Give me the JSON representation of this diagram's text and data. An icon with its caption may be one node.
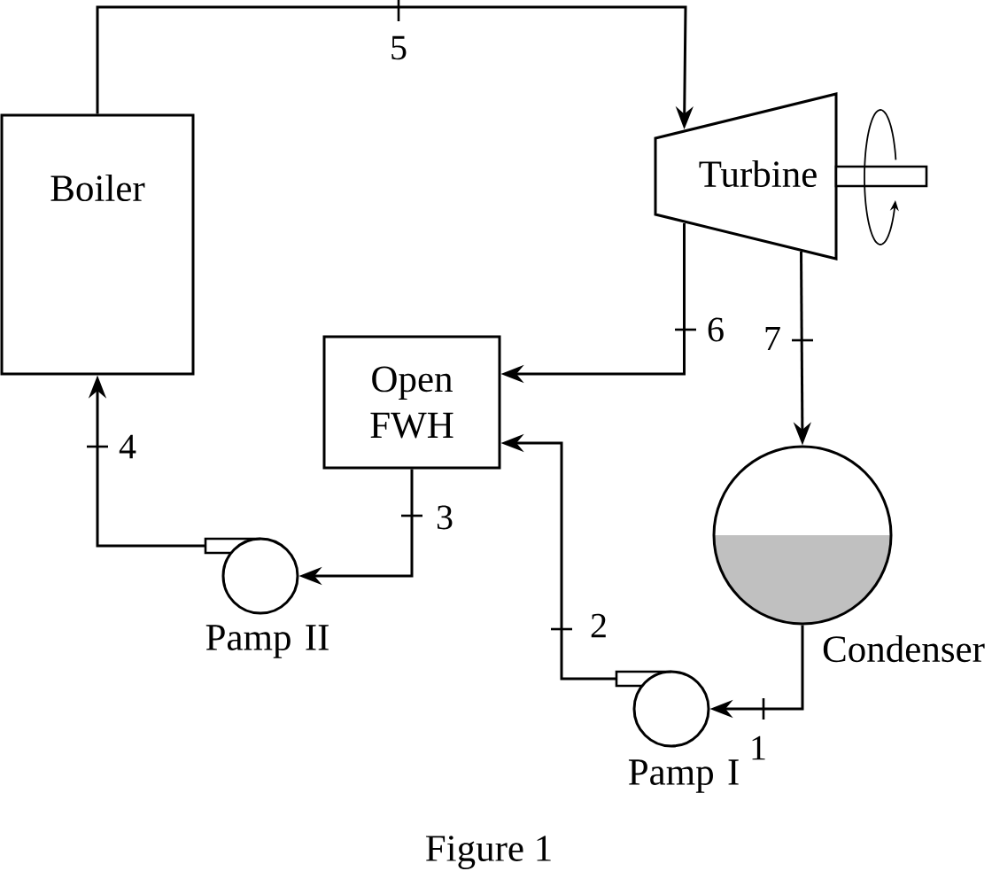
{
  "diagram": {
    "caption": "Figure 1",
    "nodes": [
      {
        "text": [
          "Boiler"
        ]
      },
      {
        "text": [
          "Turbine"
        ]
      },
      {
        "text": [
          "Open FWH"
        ]
      },
      {
        "text": [
          "Condenser"
        ]
      },
      {
        "text": [
          "Pamp II"
        ]
      },
      {
        "text": [
          "Pamp I"
        ]
      }
    ],
    "edges": [
      {
        "from": 0,
        "to": 1,
        "arrow": "to",
        "label": "5"
      },
      {
        "from": 1,
        "to": 2,
        "arrow": "to",
        "label": "6"
      },
      {
        "from": 1,
        "to": 3,
        "arrow": "to",
        "label": "7"
      },
      {
        "from": 3,
        "to": 5,
        "arrow": "to",
        "label": "1"
      },
      {
        "from": 5,
        "to": 2,
        "arrow": "to",
        "label": "2"
      },
      {
        "from": 2,
        "to": 4,
        "arrow": "to",
        "label": "3"
      },
      {
        "from": 4,
        "to": 0,
        "arrow": "to",
        "label": "4"
      }
    ]
  }
}
